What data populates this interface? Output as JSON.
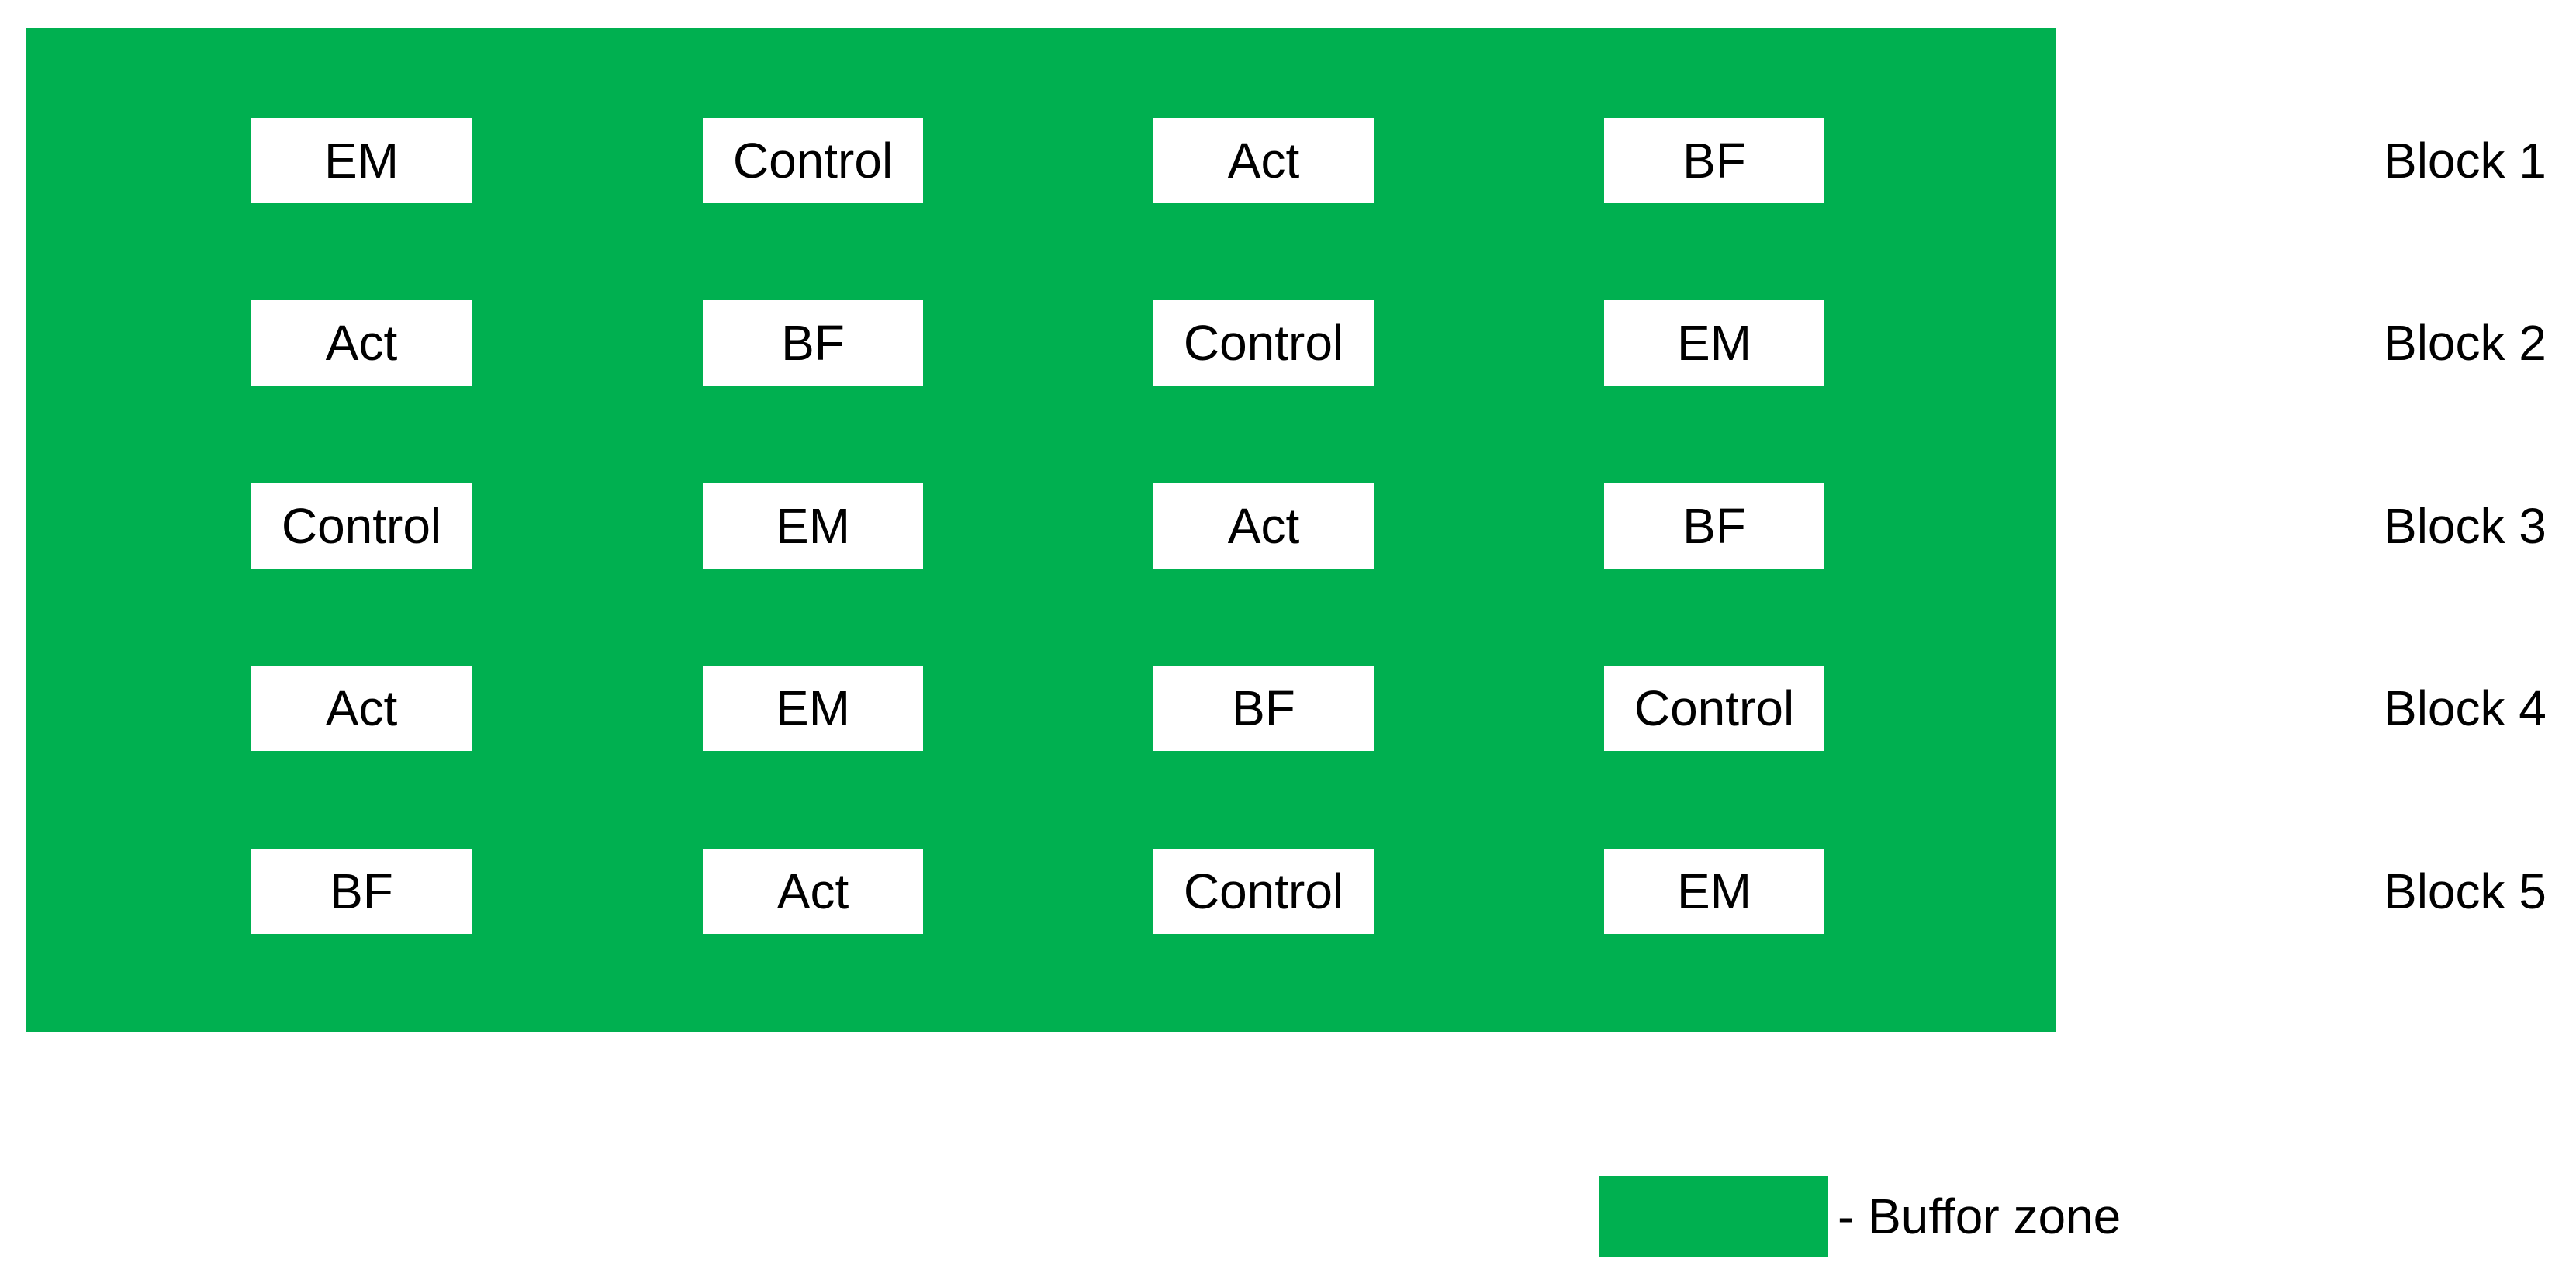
{
  "colors": {
    "buffer_zone": "#00b050",
    "plot_background": "#ffffff",
    "text": "#000000"
  },
  "blocks": [
    {
      "label": "Block 1",
      "plots": [
        "EM",
        "Control",
        "Act",
        "BF"
      ]
    },
    {
      "label": "Block 2",
      "plots": [
        "Act",
        "BF",
        "Control",
        "EM"
      ]
    },
    {
      "label": "Block 3",
      "plots": [
        "Control",
        "EM",
        "Act",
        "BF"
      ]
    },
    {
      "label": "Block 4",
      "plots": [
        "Act",
        "EM",
        "BF",
        "Control"
      ]
    },
    {
      "label": "Block 5",
      "plots": [
        "BF",
        "Act",
        "Control",
        "EM"
      ]
    }
  ],
  "legend": {
    "text": "- Buffor zone"
  }
}
